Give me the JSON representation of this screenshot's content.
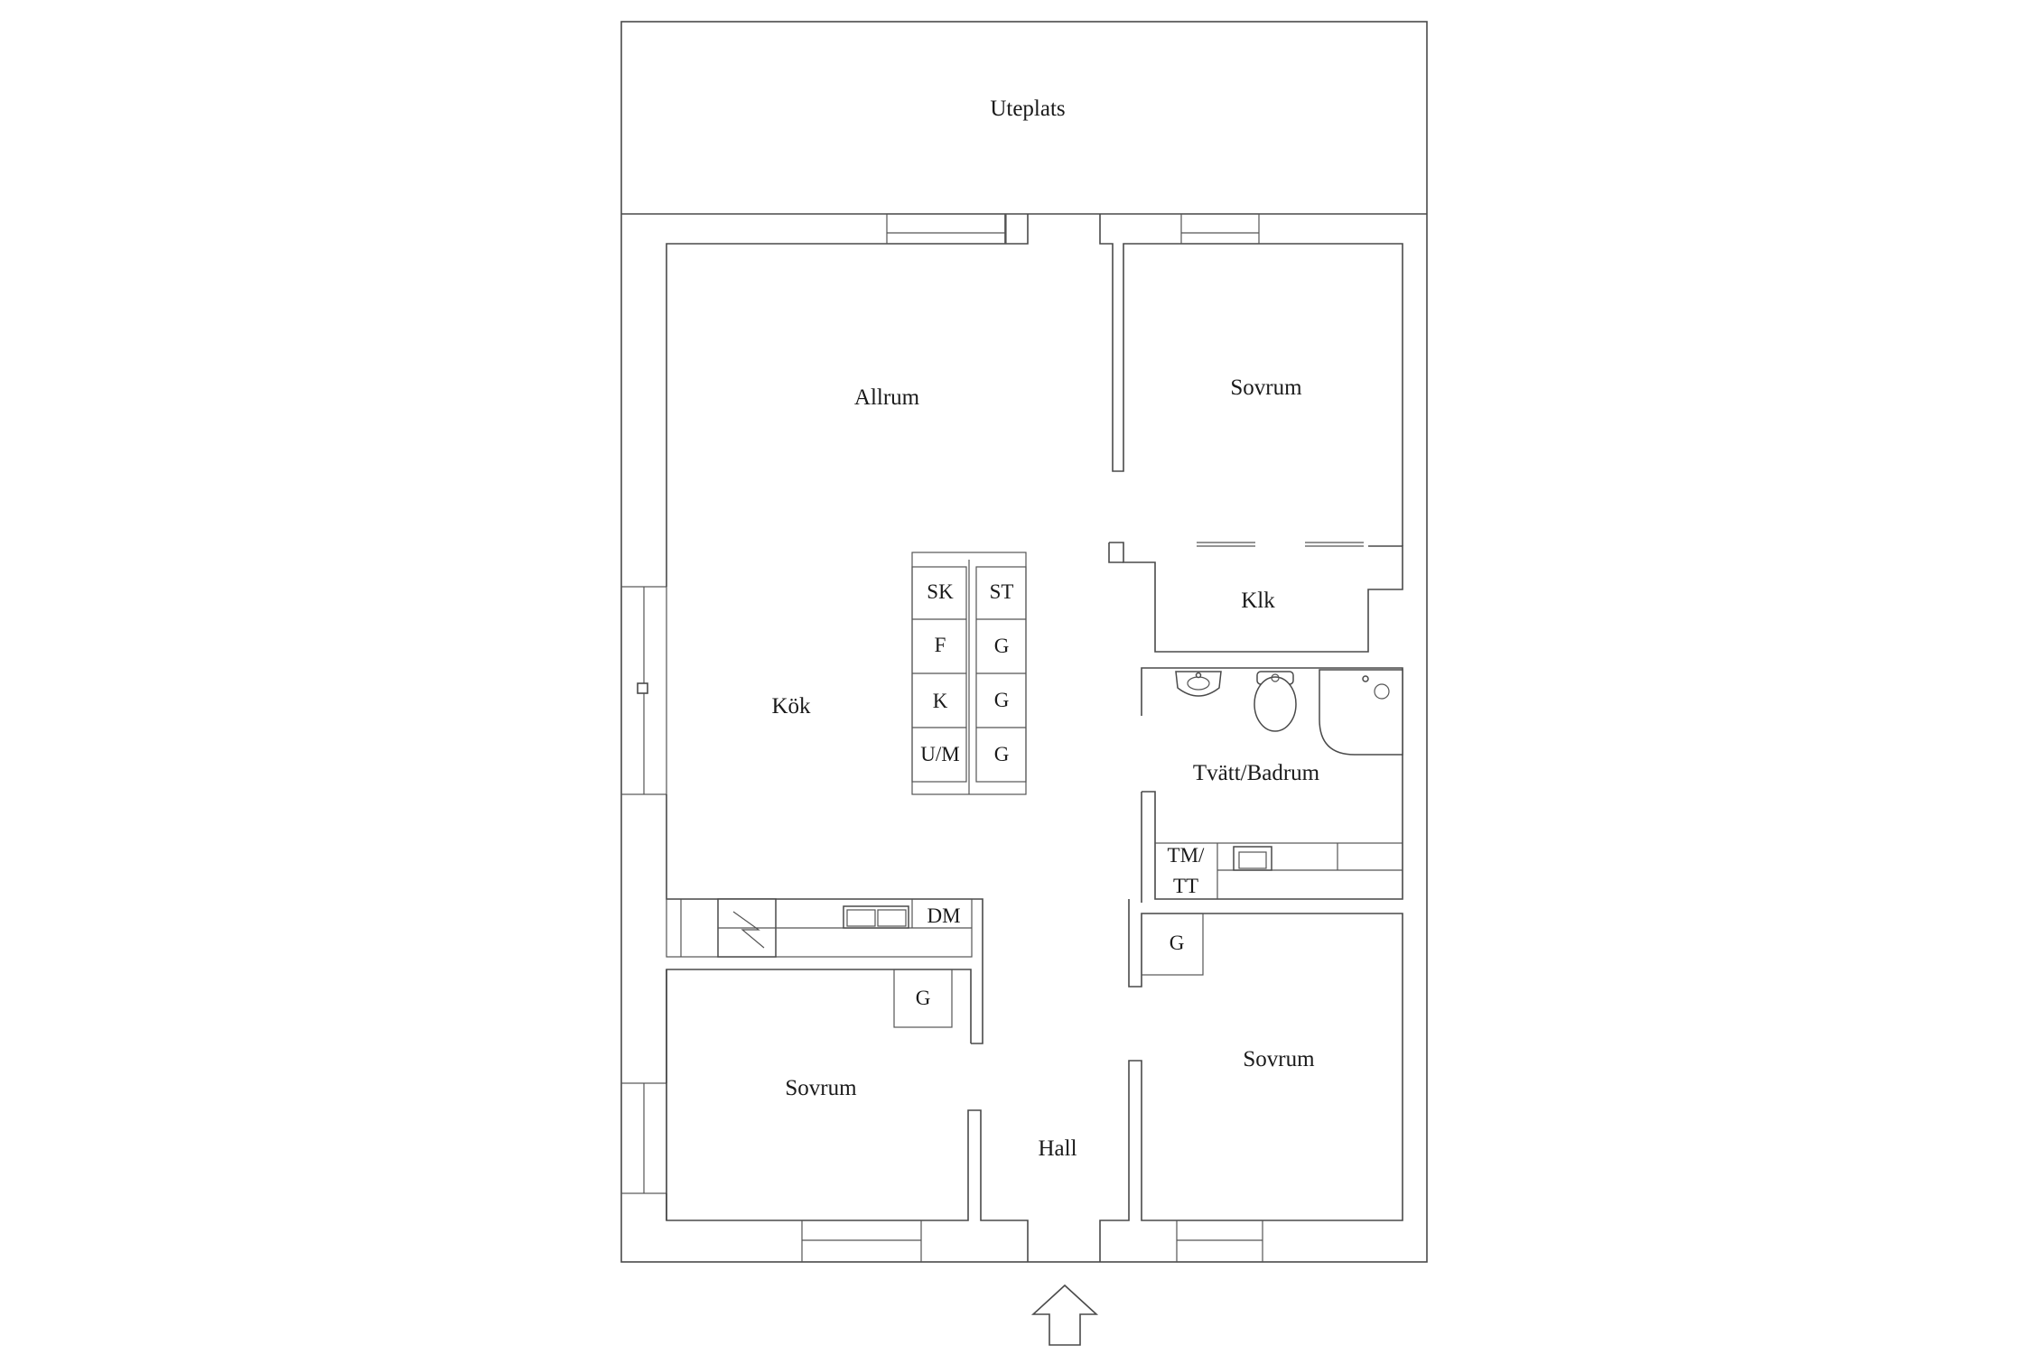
{
  "rooms": {
    "terrace": "Uteplats",
    "living": "Allrum",
    "kitchen": "Kök",
    "bedroom_ne": "Sovrum",
    "closet": "Klk",
    "laundry_bath": "Tvätt/Badrum",
    "bedroom_sw": "Sovrum",
    "bedroom_se": "Sovrum",
    "hall": "Hall"
  },
  "appliances": {
    "sk": "SK",
    "st": "ST",
    "f": "F",
    "k": "K",
    "um": "U/M",
    "g_island_1": "G",
    "g_island_2": "G",
    "g_island_3": "G",
    "dm": "DM",
    "g_bedroom_sw": "G",
    "g_bedroom_se": "G",
    "tm_line1": "TM/",
    "tm_line2": "TT"
  },
  "icons": {
    "entrance": "entrance-arrow-icon",
    "stove": "stove-icon",
    "sink": "kitchen-sink-icon",
    "washbasin": "washbasin-icon",
    "toilet": "toilet-icon",
    "shower": "shower-icon",
    "utility_sink": "utility-sink-icon"
  },
  "colors": {
    "wall": "#4a4a4a",
    "background": "#ffffff",
    "text": "#1a1a1a"
  }
}
